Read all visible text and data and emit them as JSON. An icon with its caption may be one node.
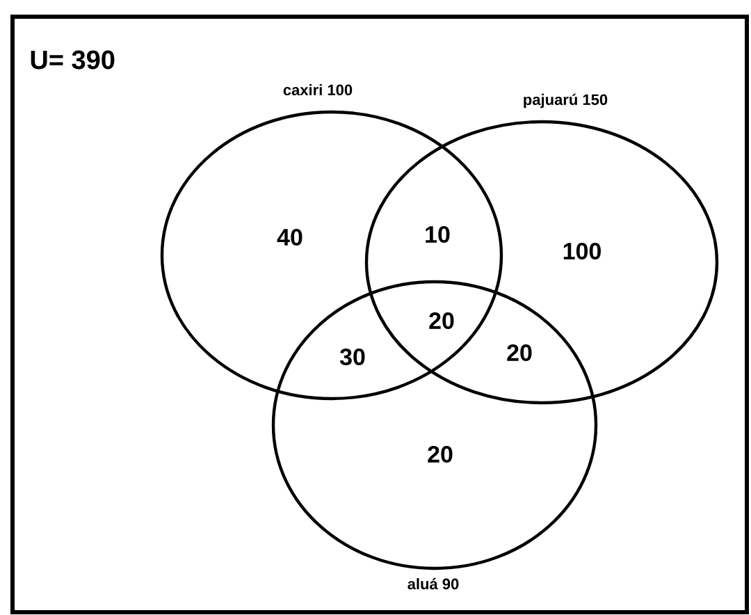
{
  "diagram": {
    "nodes": [
      {
        "text": [
          "U= 390"
        ]
      },
      {
        "text": [
          "caxiri 100"
        ],
        "in": 0
      },
      {
        "text": [
          "pajuarú 150"
        ],
        "in": 0
      },
      {
        "text": [
          "aluá 90"
        ],
        "in": 0
      }
    ],
    "labels": [
      "40",
      "10",
      "100",
      "20",
      "30",
      "20",
      "20"
    ]
  }
}
